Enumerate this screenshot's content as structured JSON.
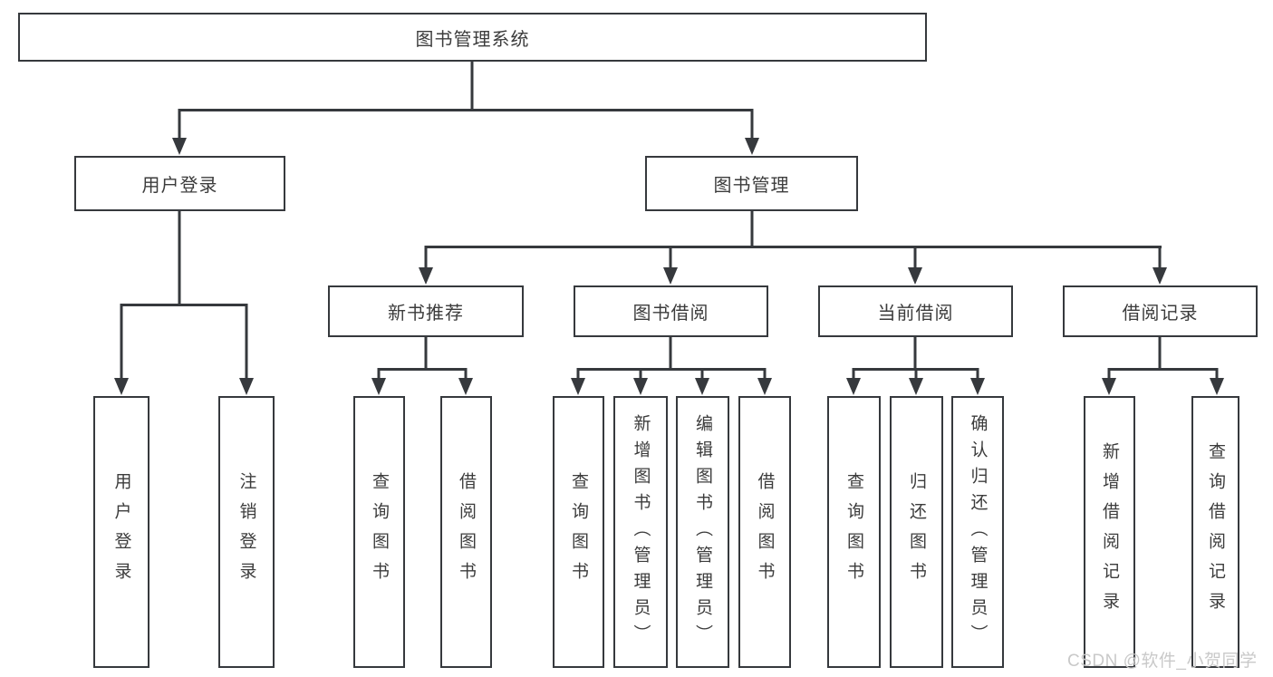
{
  "diagram_type": "hierarchy-tree",
  "tree": {
    "label": "图书管理系统",
    "children": [
      {
        "label": "用户登录",
        "children": [
          {
            "label": "用户登录"
          },
          {
            "label": "注销登录"
          }
        ]
      },
      {
        "label": "图书管理",
        "children": [
          {
            "label": "新书推荐",
            "children": [
              {
                "label": "查询图书"
              },
              {
                "label": "借阅图书"
              }
            ]
          },
          {
            "label": "图书借阅",
            "children": [
              {
                "label": "查询图书"
              },
              {
                "label": "新增图书（管理员）"
              },
              {
                "label": "编辑图书（管理员）"
              },
              {
                "label": "借阅图书"
              }
            ]
          },
          {
            "label": "当前借阅",
            "children": [
              {
                "label": "查询图书"
              },
              {
                "label": "归还图书"
              },
              {
                "label": "确认归还（管理员）"
              }
            ]
          },
          {
            "label": "借阅记录",
            "children": [
              {
                "label": "新增借阅记录"
              },
              {
                "label": "查询借阅记录"
              }
            ]
          }
        ]
      }
    ]
  },
  "watermark": "CSDN @软件_小贺同学",
  "colors": {
    "line": "#36393d",
    "text": "#3c3c3c",
    "background": "#ffffff",
    "watermark": "#c9c9c9"
  }
}
